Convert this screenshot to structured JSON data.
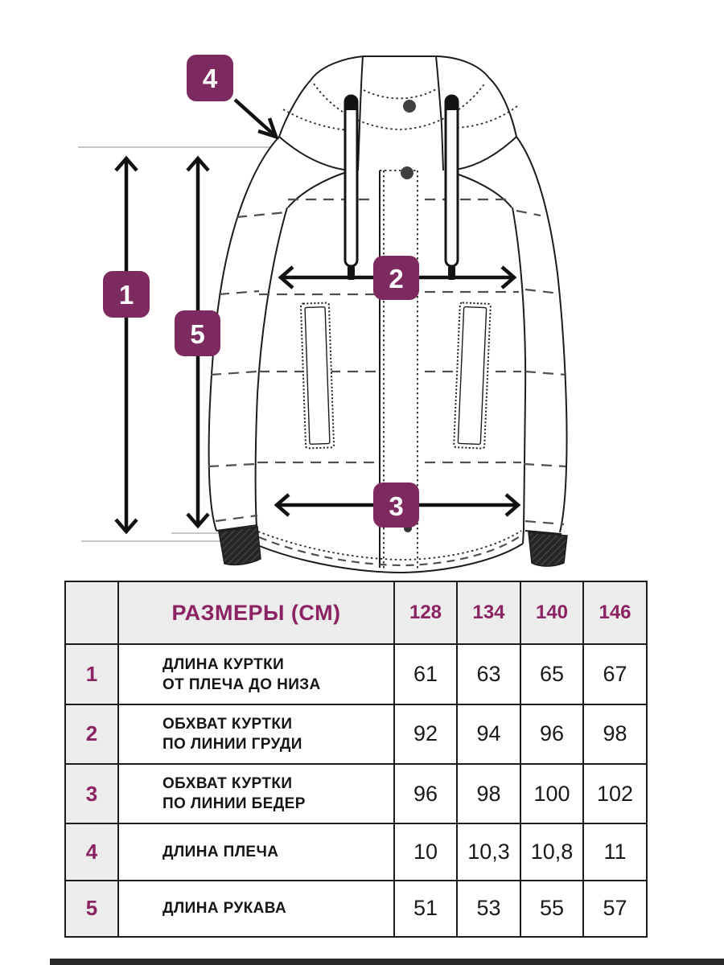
{
  "theme": {
    "accent": "#7d2a60",
    "table-accent": "#8b2264",
    "line": "#1c1c1c",
    "header-bg": "#ececec"
  },
  "diagram": {
    "markers": {
      "m1": "1",
      "m2": "2",
      "m3": "3",
      "m4": "4",
      "m5": "5"
    }
  },
  "table": {
    "header_title": "РАЗМЕРЫ (СМ)",
    "sizes": [
      "128",
      "134",
      "140",
      "146"
    ],
    "rows": [
      {
        "num": "1",
        "line1": "ДЛИНА КУРТКИ",
        "line2": "ОТ ПЛЕЧА ДО НИЗА",
        "values": [
          "61",
          "63",
          "65",
          "67"
        ]
      },
      {
        "num": "2",
        "line1": "ОБХВАТ КУРТКИ",
        "line2": "ПО ЛИНИИ ГРУДИ",
        "values": [
          "92",
          "94",
          "96",
          "98"
        ]
      },
      {
        "num": "3",
        "line1": "ОБХВАТ КУРТКИ",
        "line2": "ПО ЛИНИИ БЕДЕР",
        "values": [
          "96",
          "98",
          "100",
          "102"
        ]
      },
      {
        "num": "4",
        "line1": "ДЛИНА ПЛЕЧА",
        "line2": "",
        "values": [
          "10",
          "10,3",
          "10,8",
          "11"
        ]
      },
      {
        "num": "5",
        "line1": "ДЛИНА РУКАВА",
        "line2": "",
        "values": [
          "51",
          "53",
          "55",
          "57"
        ]
      }
    ]
  }
}
